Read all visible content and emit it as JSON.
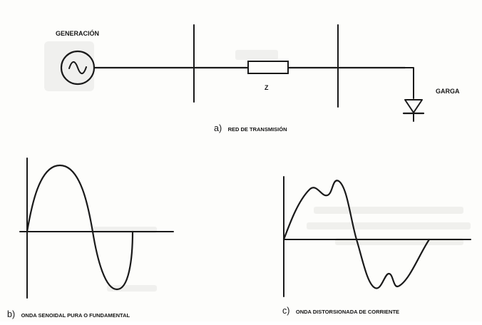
{
  "circuit": {
    "generator_label": "GENERACIÓN",
    "impedance_label": "Z",
    "load_label": "GARGA",
    "caption_prefix": "a)",
    "caption": "RED DE TRANSMISIÓN"
  },
  "wave_pure": {
    "caption_prefix": "b)",
    "caption": "ONDA SENOIDAL PURA O FUNDAMENTAL"
  },
  "wave_distorted": {
    "caption_prefix": "c)",
    "caption": "ONDA DISTORSIONADA DE CORRIENTE"
  },
  "colors": {
    "ink": "#1a1a1a",
    "paper": "#fdfdfb"
  }
}
